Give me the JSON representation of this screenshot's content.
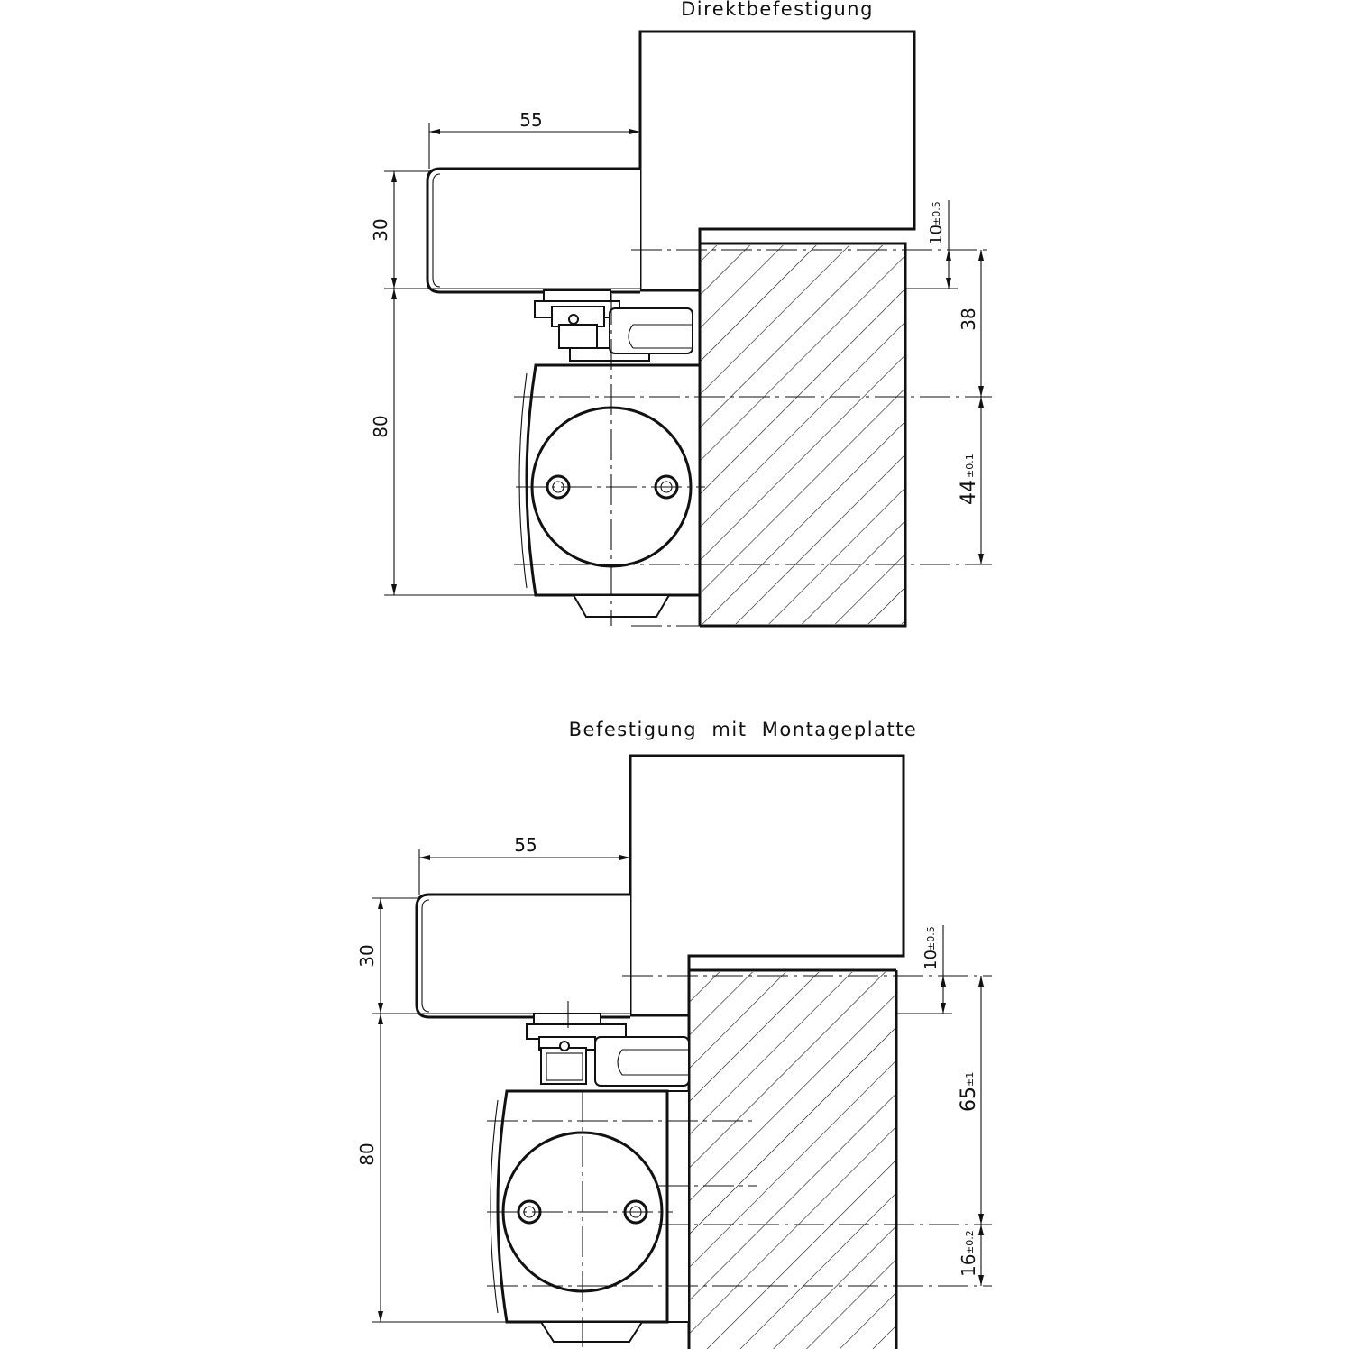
{
  "views": [
    {
      "title": "Direktbefestigung",
      "dims": {
        "width": "55",
        "arm_height": "30",
        "body_height": "80",
        "gap": "10",
        "gap_tol": "±0.5",
        "offset": "38",
        "holes": "44",
        "holes_tol": "±0.1"
      }
    },
    {
      "title": "Befestigung  mit  Montageplatte",
      "dims": {
        "width": "55",
        "arm_height": "30",
        "body_height": "80",
        "gap": "10",
        "gap_tol": "±0.5",
        "offset": "65",
        "offset_tol": "±1",
        "plate": "16",
        "plate_tol": "±0.2"
      }
    }
  ],
  "colors": {
    "line": "#111111",
    "background": "#ffffff"
  }
}
